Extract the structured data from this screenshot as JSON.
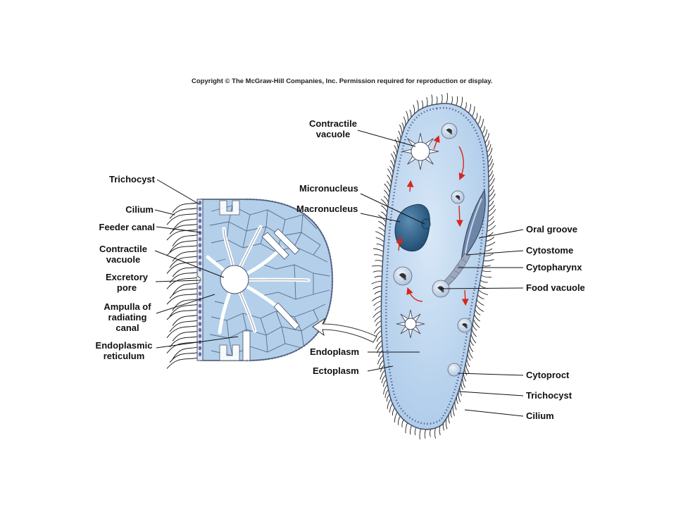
{
  "copyright": "Copyright © The McGraw-Hill Companies, Inc. Permission required for reproduction or display.",
  "detail_labels": {
    "trichocyst": "Trichocyst",
    "cilium": "Cilium",
    "feeder_canal": "Feeder canal",
    "contractile_vacuole": "Contractile\nvacuole",
    "excretory_pore": "Excretory\npore",
    "ampulla": "Ampulla of\nradiating\ncanal",
    "endoplasmic_reticulum": "Endoplasmic\nreticulum"
  },
  "cell_labels": {
    "contractile_vacuole": "Contractile\nvacuole",
    "micronucleus": "Micronucleus",
    "macronucleus": "Macronucleus",
    "endoplasm": "Endoplasm",
    "ectoplasm": "Ectoplasm",
    "oral_groove": "Oral groove",
    "cytostome": "Cytostome",
    "cytopharynx": "Cytopharynx",
    "food_vacuole": "Food vacuole",
    "cytoproct": "Cytoproct",
    "trichocyst": "Trichocyst",
    "cilium": "Cilium"
  },
  "colors": {
    "cytoplasm": "#b9d4ee",
    "cytoplasm_light": "#d8e8f7",
    "outline": "#44506a",
    "pellicle": "#5e6a96",
    "nucleus": "#2d5f86",
    "arrow_red": "#d9261c"
  }
}
